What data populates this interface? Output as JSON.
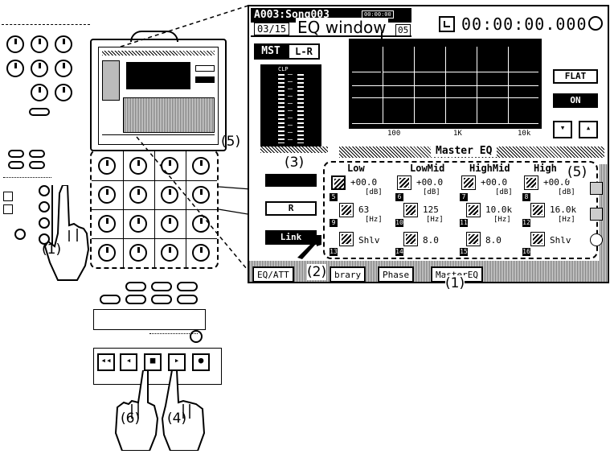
{
  "lcd": {
    "song_title": "A003:Song003",
    "small_tag": "00:00:00",
    "date_fraction": "03/15",
    "eq_window_label": "EQ window",
    "page_num": "05",
    "time_counter": "00:00:00.000",
    "tab_mst": "MST",
    "tab_lr": "L-R",
    "meter_clip": "CLP",
    "freq_ticks": [
      "100",
      "1K",
      "10k"
    ],
    "btn_flat": "FLAT",
    "btn_on": "ON",
    "panel_title": "Master EQ",
    "band_headers": [
      "Low",
      "LowMid",
      "HighMid",
      "High"
    ],
    "gain_values": [
      "+00.0",
      "+00.0",
      "+00.0",
      "+00.0"
    ],
    "gain_units": [
      "[dB]",
      "[dB]",
      "[dB]",
      "[dB]"
    ],
    "freq_values": [
      "63",
      "125",
      "10.0k",
      "16.0k"
    ],
    "freq_units": [
      "[Hz]",
      "[Hz]",
      "[Hz]",
      "[Hz]"
    ],
    "q_values": [
      "Shlv",
      "8.0",
      "8.0",
      "Shlv"
    ],
    "cell_numbers": [
      "5",
      "6",
      "7",
      "8",
      "9",
      "10",
      "11",
      "12",
      "13",
      "14",
      "15",
      "16"
    ],
    "btn_r": "R",
    "btn_link": "Link",
    "tabs": [
      "EQ/ATT",
      "brary",
      "Phase",
      "MasterEQ"
    ]
  },
  "callouts": {
    "c1_hand": "(1)",
    "c1_tab": "(1)",
    "c2": "(2)",
    "c3": "(3)",
    "c4": "(4)",
    "c5_left": "(5)",
    "c5_right": "(5)",
    "c6": "(6)"
  }
}
